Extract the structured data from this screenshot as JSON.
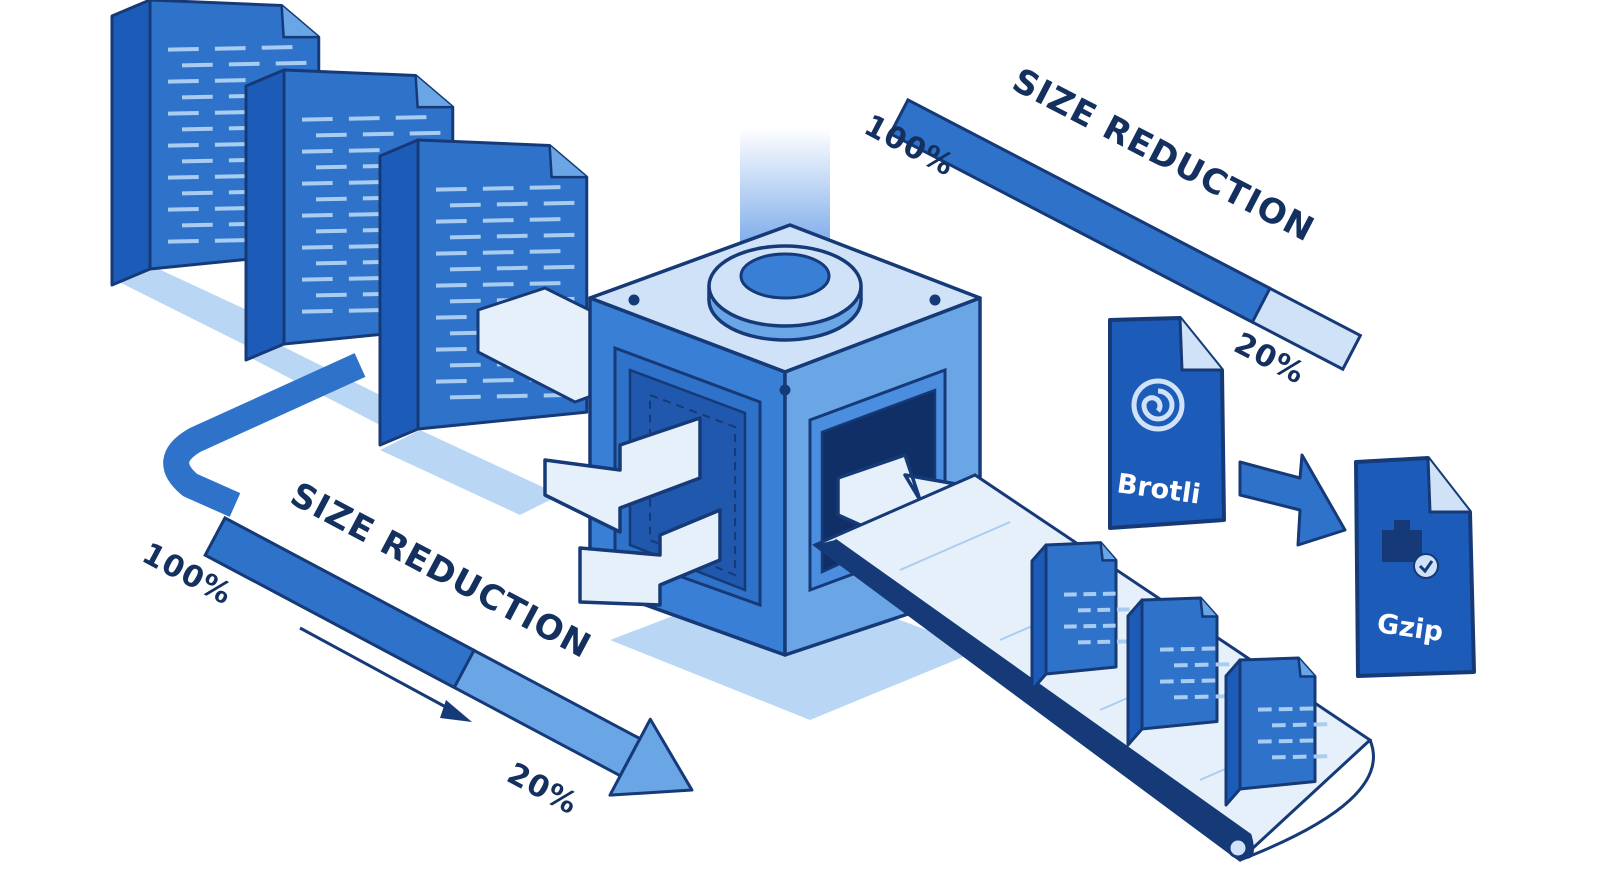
{
  "colors": {
    "outline": "#163a78",
    "dark": "#1d5bb8",
    "mid": "#2f72c9",
    "light": "#6aa6e6",
    "pale": "#cfe2f8",
    "shadow": "#a9cdf1",
    "beam": "#3d82e0"
  },
  "top_gauge": {
    "title": "SIZE REDUCTION",
    "start_label": "100%",
    "end_label": "20%",
    "fill_fraction": 0.8
  },
  "bottom_gauge": {
    "title": "SIZE REDUCTION",
    "start_label": "100%",
    "end_label": "20%",
    "fill_fraction": 0.6
  },
  "formats": [
    {
      "name": "Brotli",
      "icon": "spiral-icon"
    },
    {
      "name": "Gzip",
      "icon": "package-icon"
    }
  ],
  "input_files": {
    "count": 3,
    "icon": "document-icon"
  },
  "output_files": {
    "count": 3,
    "icon": "document-icon"
  },
  "machine": {
    "icon": "compressor-cube"
  }
}
